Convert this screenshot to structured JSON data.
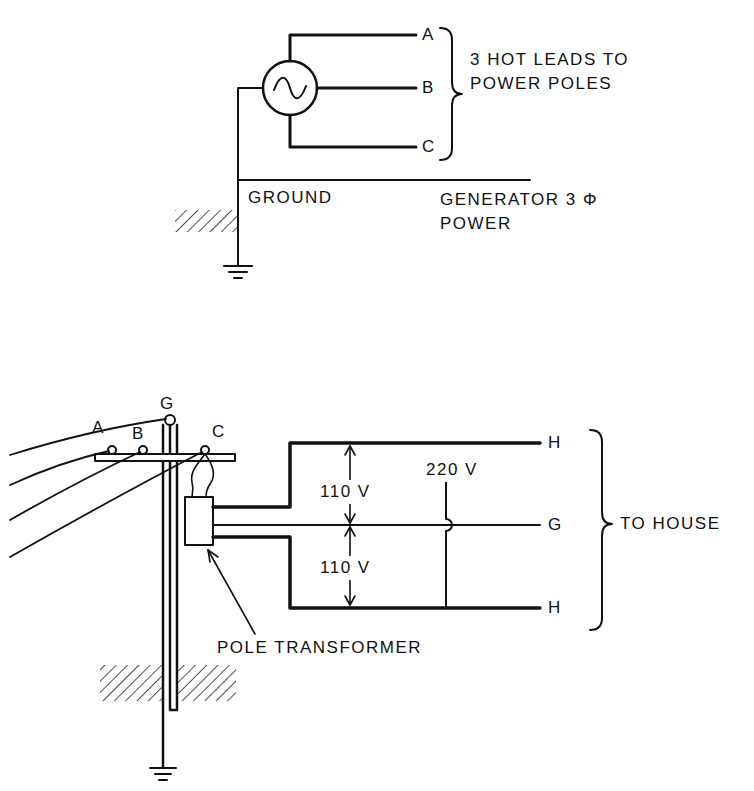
{
  "diagram": {
    "labels": [
      "A",
      "B",
      "C",
      "3 HOT LEADS TO POWER POLES",
      "GROUND",
      "GENERATOR 3 Φ POWER",
      "A",
      "B",
      "G",
      "C",
      "110 V",
      "220 V",
      "110 V",
      "H",
      "G",
      "H",
      "TO HOUSE",
      "POLE TRANSFORMER"
    ]
  }
}
